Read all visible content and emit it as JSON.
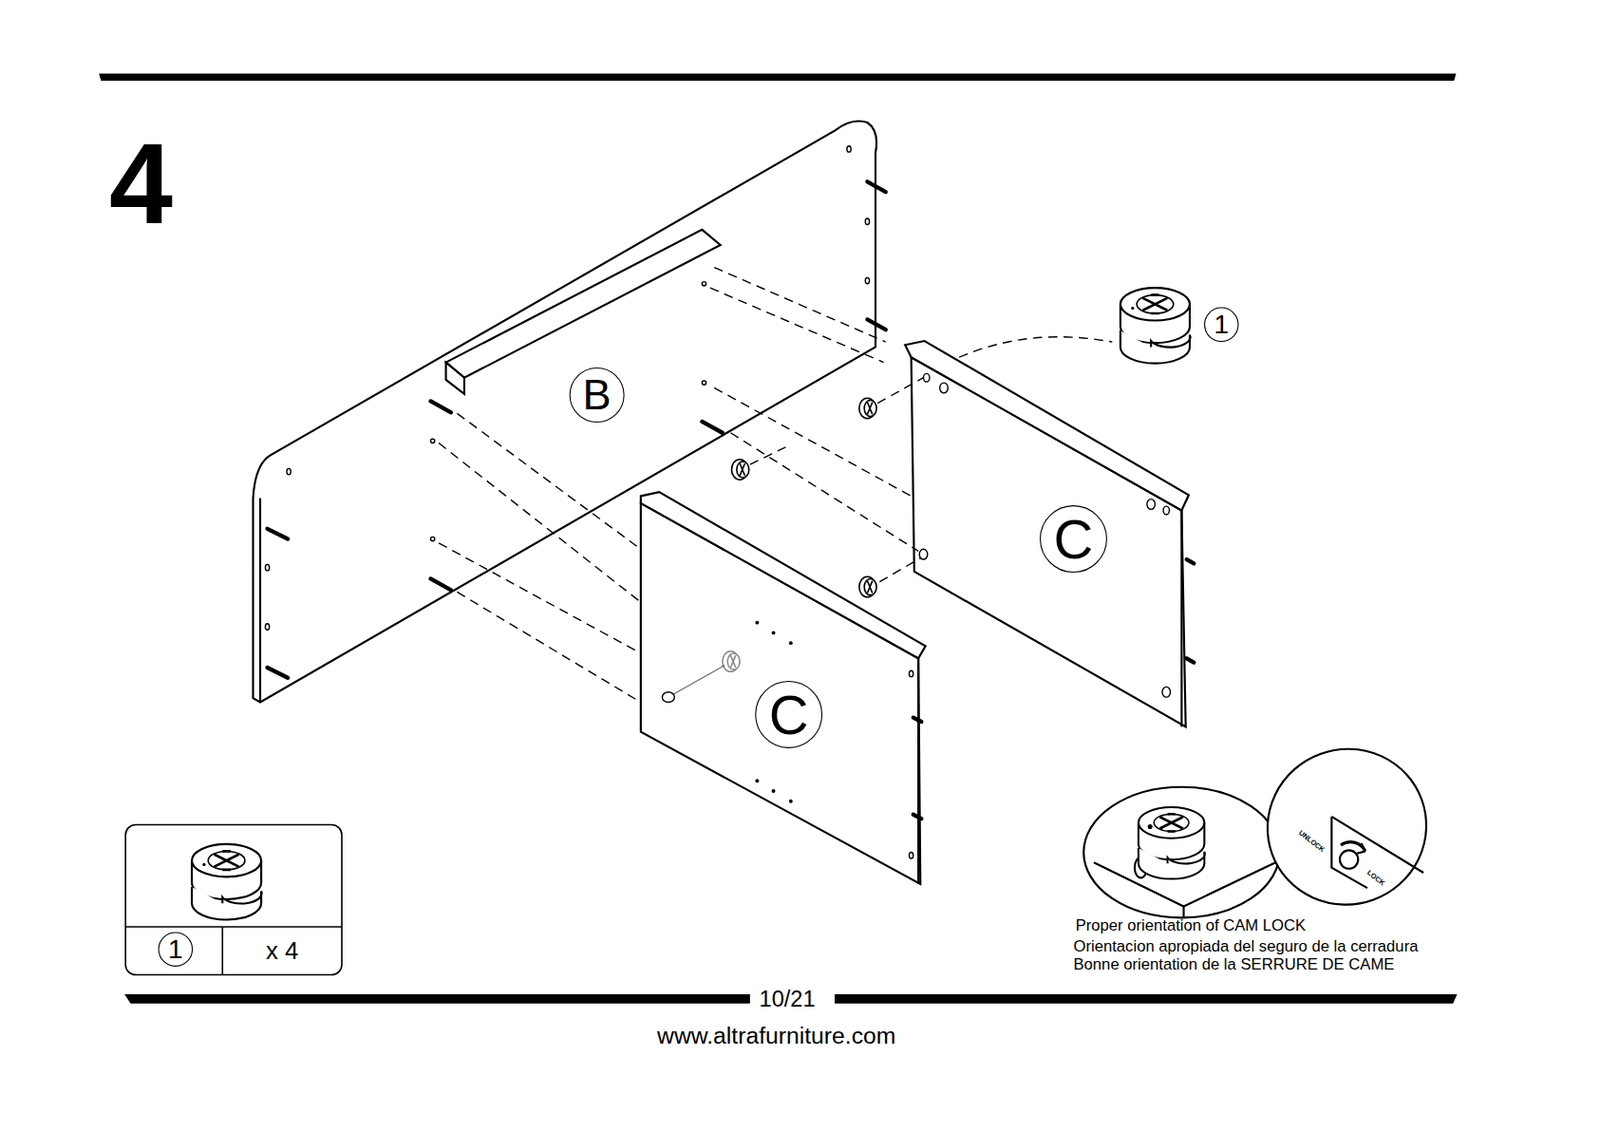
{
  "diagram": {
    "nodes": [
      {
        "text": [
          "1"
        ]
      },
      {
        "text": [
          "B"
        ]
      },
      {
        "text": [
          "C"
        ]
      },
      {
        "text": [
          "C"
        ]
      },
      {
        "text": [
          "x 4"
        ]
      },
      {
        "text": [
          "1"
        ],
        "in": 4
      }
    ],
    "labels": [
      "4",
      "UNLOCK",
      "LOCK",
      "Proper orientation of CAM LOCK",
      "Orientacion apropiada del seguro de la cerradura",
      "Bonne orientation de la SERRURE DE CAME",
      "10/21",
      "www.altrafurniture.com"
    ]
  }
}
